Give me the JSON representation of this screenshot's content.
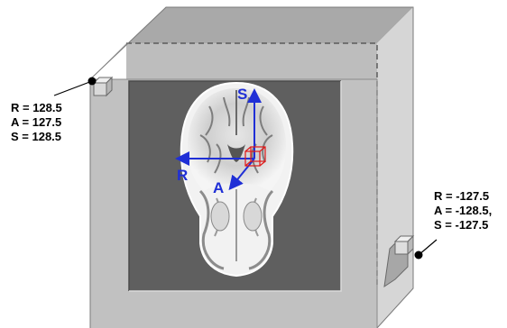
{
  "corner_top_left": {
    "lines": [
      "R = 128.5",
      "A = 127.5",
      "S = 128.5"
    ]
  },
  "corner_bottom_right": {
    "lines": [
      "R = -127.5",
      "A = -128.5,",
      "S = -127.5"
    ]
  },
  "axes": {
    "S": "S",
    "R": "R",
    "A": "A"
  },
  "colors": {
    "box_front": "#bdbdbd",
    "box_side": "#d3d3d3",
    "box_top": "#a9a9a9",
    "slice_background": "#5f5f5f",
    "axis_arrow": "#1f2fd6",
    "voxel_cube": "#e01818"
  },
  "icons": {
    "origin_marker": "red-voxel-cube-icon",
    "corner_cube": "small-gray-cube-icon",
    "leader_dot": "black-dot-icon"
  }
}
